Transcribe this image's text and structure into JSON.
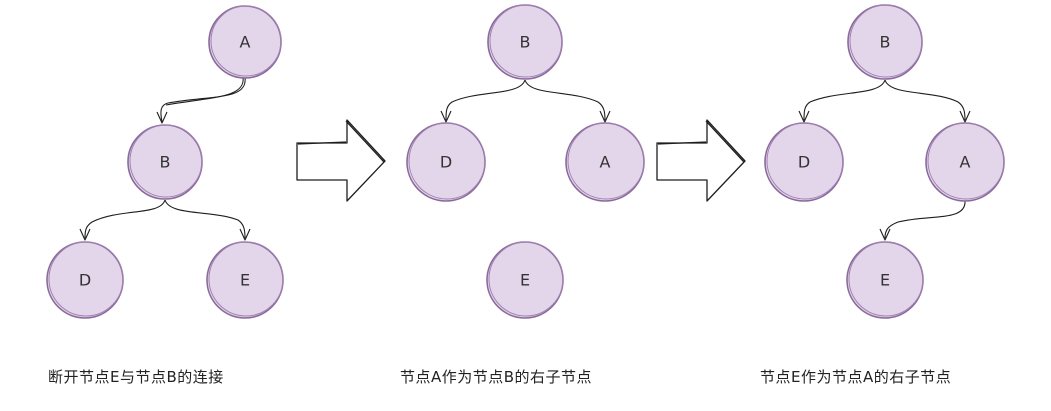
{
  "panels": [
    {
      "nodes": [
        {
          "id": "p1-A",
          "label": "A"
        },
        {
          "id": "p1-B",
          "label": "B"
        },
        {
          "id": "p1-D",
          "label": "D"
        },
        {
          "id": "p1-E",
          "label": "E"
        }
      ],
      "caption": "断开节点E与节点B的连接"
    },
    {
      "nodes": [
        {
          "id": "p2-B",
          "label": "B"
        },
        {
          "id": "p2-D",
          "label": "D"
        },
        {
          "id": "p2-A",
          "label": "A"
        },
        {
          "id": "p2-E",
          "label": "E"
        }
      ],
      "caption": "节点A作为节点B的右子节点"
    },
    {
      "nodes": [
        {
          "id": "p3-B",
          "label": "B"
        },
        {
          "id": "p3-D",
          "label": "D"
        },
        {
          "id": "p3-A",
          "label": "A"
        },
        {
          "id": "p3-E",
          "label": "E"
        }
      ],
      "caption": "节点E作为节点A的右子节点"
    }
  ],
  "colors": {
    "node_fill": "#e3d5ea",
    "node_stroke": "#8a6a9c",
    "line": "#1e1e1e"
  }
}
